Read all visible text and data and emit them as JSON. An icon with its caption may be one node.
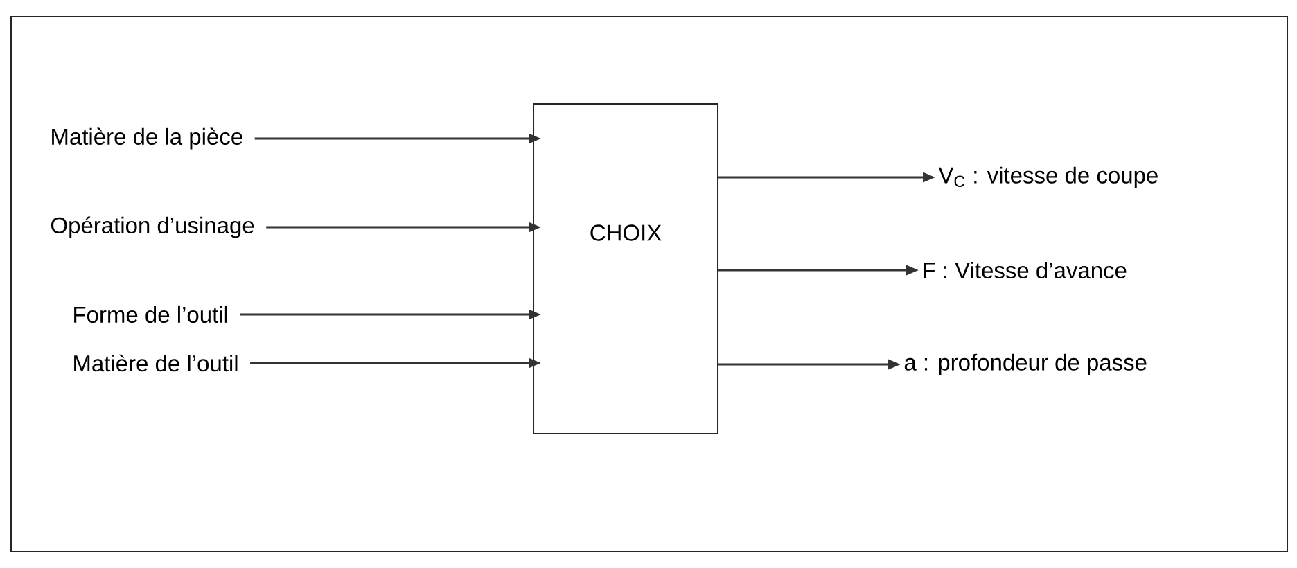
{
  "diagram": {
    "nodes": [
      {
        "text": [
          "CHOIX"
        ]
      },
      {
        "text": [
          "Matière de la pièce"
        ]
      },
      {
        "text": [
          "Opération d’usinage"
        ]
      },
      {
        "text": [
          "Forme de l’outil"
        ]
      },
      {
        "text": [
          "Matière de l’outil"
        ]
      },
      {
        "text": [
          "V$_{C}$ : vitesse de coupe"
        ]
      },
      {
        "text": [
          "F : Vitesse d’avance"
        ]
      },
      {
        "text": [
          "a : profondeur de passe"
        ]
      }
    ],
    "edges": [
      {
        "from": 1,
        "to": 0,
        "arrow": "to"
      },
      {
        "from": 2,
        "to": 0,
        "arrow": "to"
      },
      {
        "from": 3,
        "to": 0,
        "arrow": "to"
      },
      {
        "from": 4,
        "to": 0,
        "arrow": "to"
      },
      {
        "from": 0,
        "to": 5,
        "arrow": "to"
      },
      {
        "from": 0,
        "to": 6,
        "arrow": "to"
      },
      {
        "from": 0,
        "to": 7,
        "arrow": "to"
      }
    ]
  }
}
